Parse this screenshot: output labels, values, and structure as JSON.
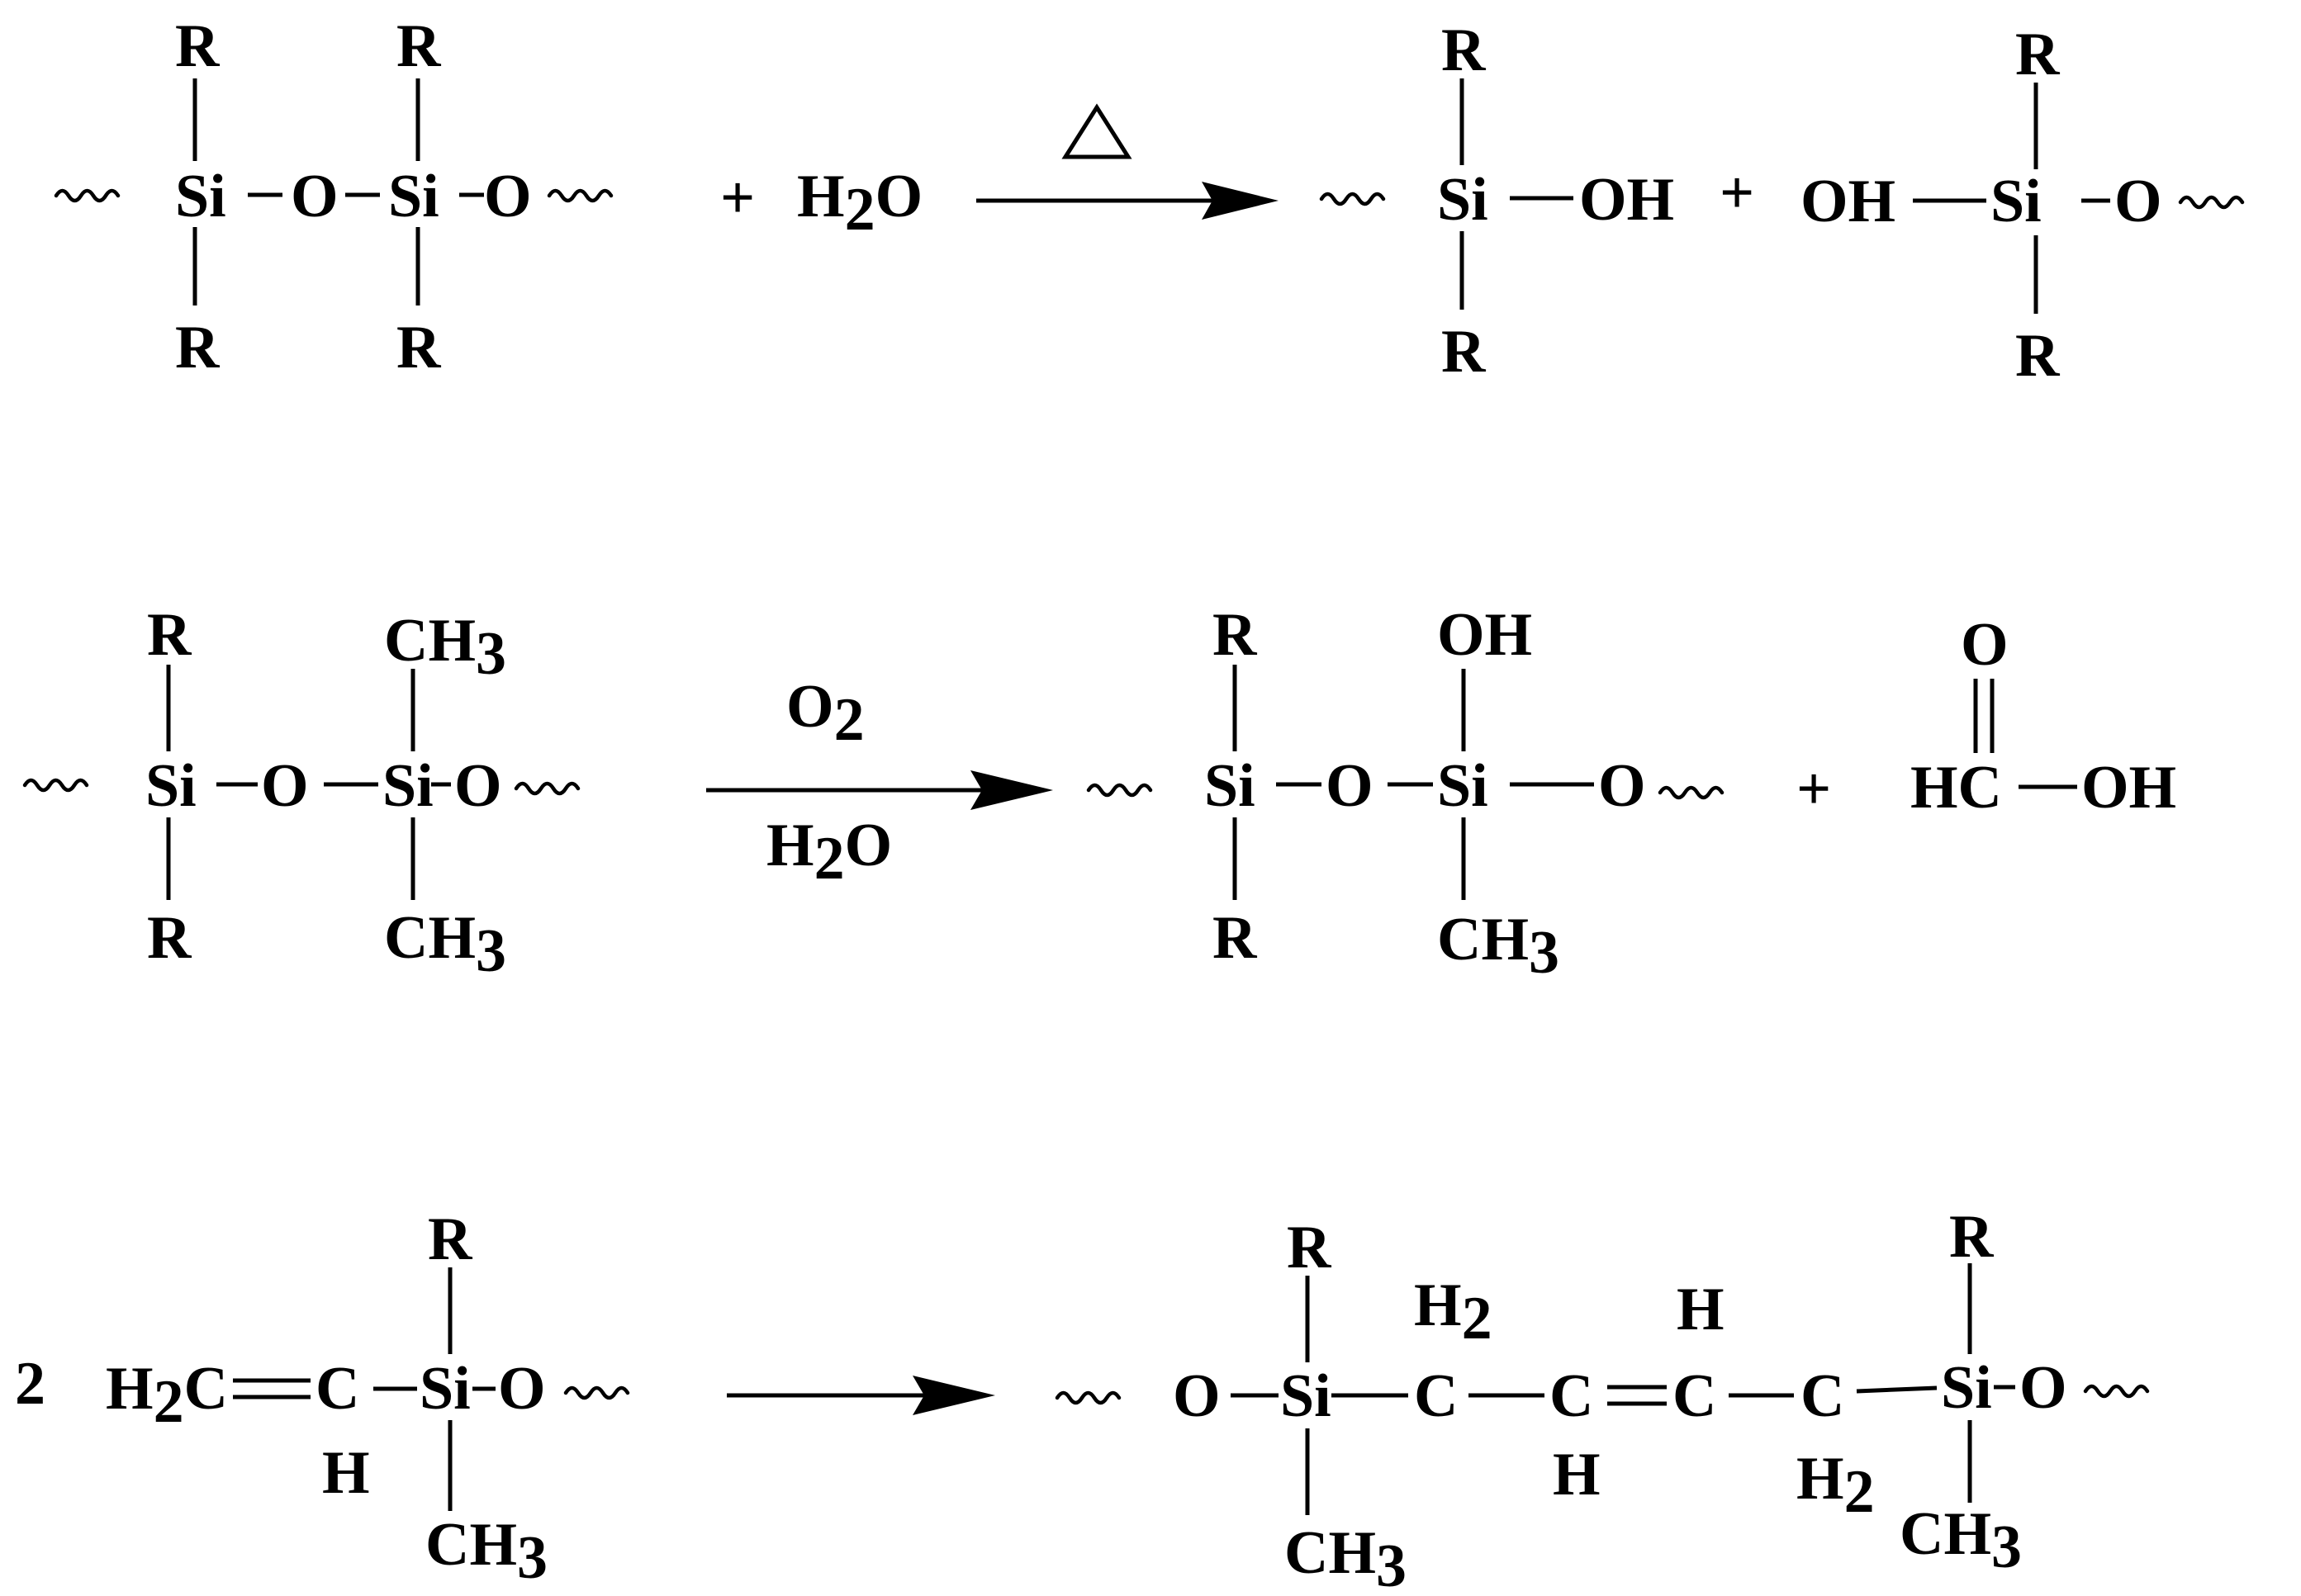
{
  "reactions": [
    {
      "condition_above": "△",
      "reactant_plus": "+",
      "water": {
        "main": "H",
        "sub": "2",
        "tail": "O"
      },
      "product_plus": "+",
      "atoms": {
        "si": "Si",
        "o": "O",
        "r": "R",
        "oh": "OH"
      }
    },
    {
      "condition_above": {
        "main": "O",
        "sub": "2"
      },
      "condition_below": {
        "main": "H",
        "sub": "2",
        "tail": "O"
      },
      "product_plus": "+",
      "atoms": {
        "si": "Si",
        "o": "O",
        "r": "R",
        "oh": "OH",
        "ch3": {
          "main": "CH",
          "sub": "3"
        },
        "hc": "HC",
        "formic_oh": "OH",
        "carbonyl_o": "O"
      }
    },
    {
      "coefficient": "2",
      "atoms": {
        "h2c": {
          "main": "H",
          "sub": "2",
          "tail": "C"
        },
        "c": "C",
        "h": "H",
        "si": "Si",
        "o": "O",
        "r": "R",
        "ch3": {
          "main": "CH",
          "sub": "3"
        },
        "h2": {
          "main": "H",
          "sub": "2"
        }
      }
    }
  ]
}
